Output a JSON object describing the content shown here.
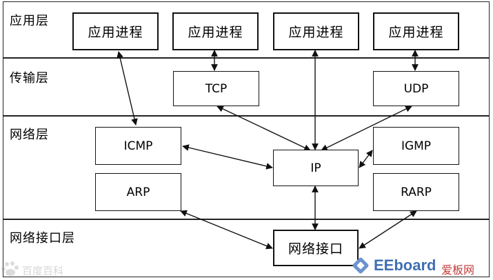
{
  "layers": {
    "app": "应用层",
    "transport": "传输层",
    "network": "网络层",
    "interface": "网络接口层"
  },
  "app_processes": [
    "应用进程",
    "应用进程",
    "应用进程",
    "应用进程"
  ],
  "protocols": {
    "tcp": "TCP",
    "udp": "UDP",
    "icmp": "ICMP",
    "igmp": "IGMP",
    "ip": "IP",
    "arp": "ARP",
    "rarp": "RARP",
    "netif": "网络接口"
  },
  "watermark": {
    "left_text": "百度百科",
    "brand": "EEboard",
    "brand_suffix": "爱板网"
  },
  "colors": {
    "line": "#111111",
    "brand": "#3f6fb3",
    "brand_suffix": "#c23a3a"
  }
}
